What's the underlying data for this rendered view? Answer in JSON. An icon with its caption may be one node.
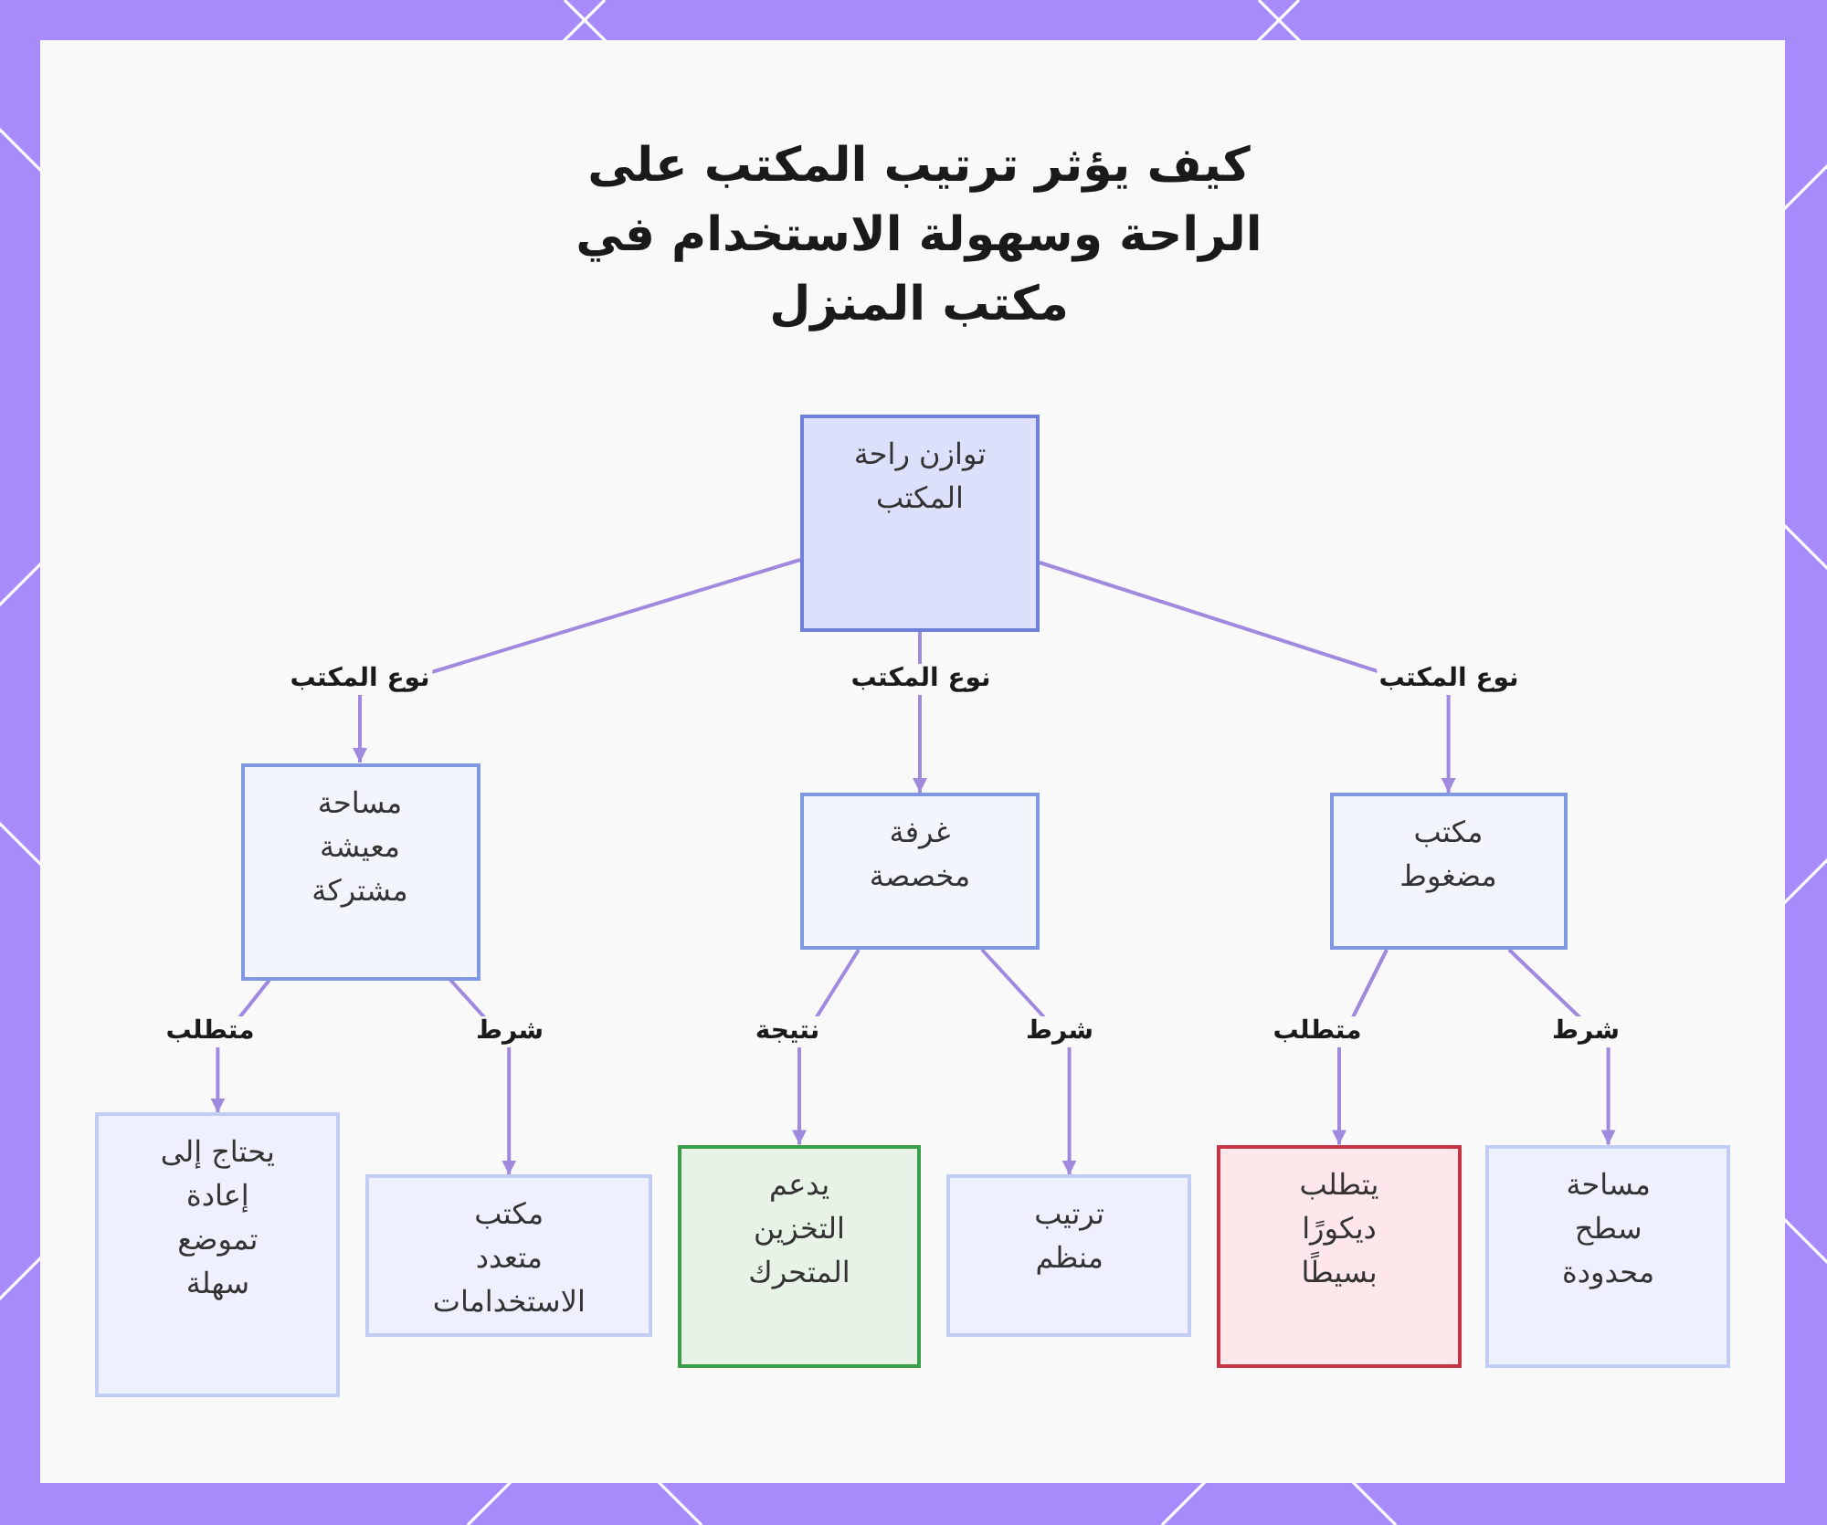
{
  "diagram": {
    "title": "كيف يؤثر ترتيب المكتب على الراحة وسهولة الاستخدام في مكتب المنزل",
    "nodes": [
      {
        "text": [
          "توازن راحة المكتب"
        ]
      },
      {
        "text": [
          "مكتب مضغوط"
        ]
      },
      {
        "text": [
          "غرفة مخصصة"
        ]
      },
      {
        "text": [
          "مساحة معيشة مشتركة"
        ]
      },
      {
        "text": [
          "مساحة سطح محدودة"
        ]
      },
      {
        "text": [
          "يتطلب ديكورًا بسيطًا"
        ]
      },
      {
        "text": [
          "ترتيب منظم"
        ]
      },
      {
        "text": [
          "يدعم التخزين المتحرك"
        ]
      },
      {
        "text": [
          "مكتب متعدد الاستخدامات"
        ]
      },
      {
        "text": [
          "يحتاج إلى إعادة تموضع سهلة"
        ]
      }
    ],
    "edges": [
      {
        "from": 0,
        "to": 1,
        "arrow": "to",
        "label": "نوع المكتب"
      },
      {
        "from": 0,
        "to": 2,
        "arrow": "to",
        "label": "نوع المكتب"
      },
      {
        "from": 0,
        "to": 3,
        "arrow": "to",
        "label": "نوع المكتب"
      },
      {
        "from": 1,
        "to": 4,
        "arrow": "to",
        "label": "شرط"
      },
      {
        "from": 1,
        "to": 5,
        "arrow": "to",
        "label": "متطلب"
      },
      {
        "from": 2,
        "to": 6,
        "arrow": "to",
        "label": "شرط"
      },
      {
        "from": 2,
        "to": 7,
        "arrow": "to",
        "label": "نتيجة"
      },
      {
        "from": 3,
        "to": 8,
        "arrow": "to",
        "label": "شرط"
      },
      {
        "from": 3,
        "to": 9,
        "arrow": "to",
        "label": "متطلب"
      }
    ]
  }
}
